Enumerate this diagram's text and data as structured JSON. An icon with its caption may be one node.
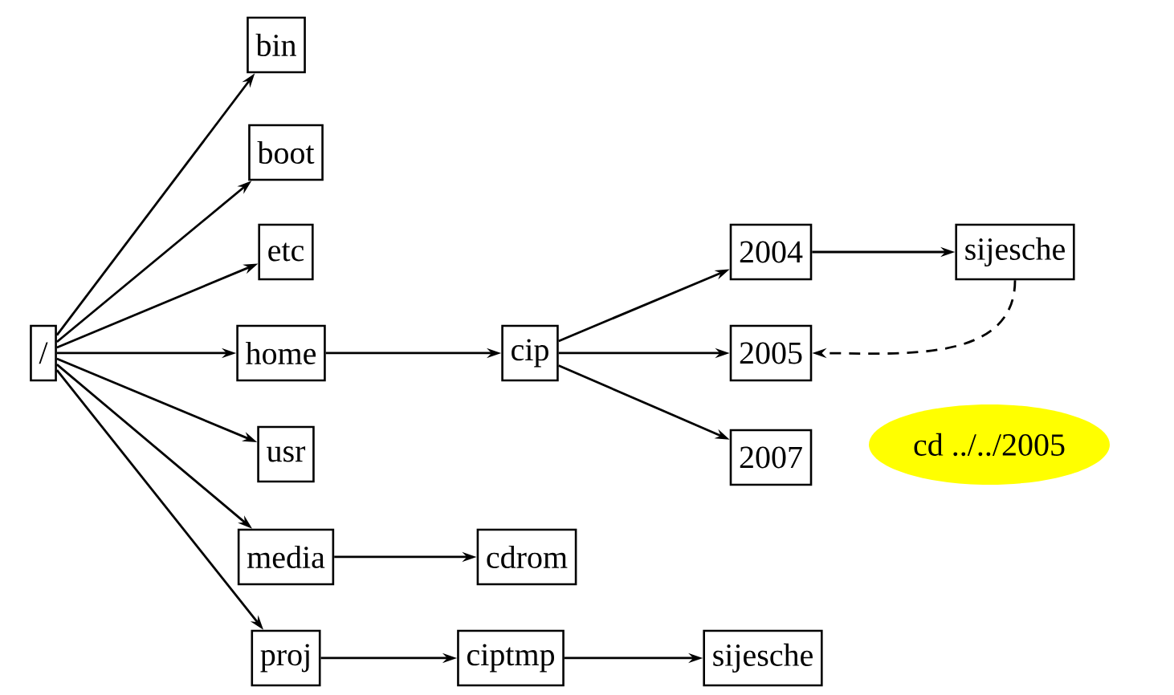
{
  "diagram": {
    "nodes": [
      {
        "text": [
          "/"
        ]
      },
      {
        "text": [
          "bin"
        ]
      },
      {
        "text": [
          "boot"
        ]
      },
      {
        "text": [
          "etc"
        ]
      },
      {
        "text": [
          "home"
        ]
      },
      {
        "text": [
          "usr"
        ]
      },
      {
        "text": [
          "media"
        ]
      },
      {
        "text": [
          "proj"
        ]
      },
      {
        "text": [
          "cip"
        ]
      },
      {
        "text": [
          "2004"
        ]
      },
      {
        "text": [
          "2005"
        ]
      },
      {
        "text": [
          "2007"
        ]
      },
      {
        "text": [
          "sijesche"
        ]
      },
      {
        "text": [
          "cdrom"
        ]
      },
      {
        "text": [
          "ciptmp"
        ]
      },
      {
        "text": [
          "sijesche"
        ]
      },
      {
        "text": [
          "cd ../../2005"
        ]
      }
    ],
    "edges": [
      {
        "from": 0,
        "to": 1,
        "arrow": "to"
      },
      {
        "from": 0,
        "to": 2,
        "arrow": "to"
      },
      {
        "from": 0,
        "to": 3,
        "arrow": "to"
      },
      {
        "from": 0,
        "to": 4,
        "arrow": "to"
      },
      {
        "from": 0,
        "to": 5,
        "arrow": "to"
      },
      {
        "from": 0,
        "to": 6,
        "arrow": "to"
      },
      {
        "from": 0,
        "to": 7,
        "arrow": "to"
      },
      {
        "from": 4,
        "to": 8,
        "arrow": "to"
      },
      {
        "from": 8,
        "to": 9,
        "arrow": "to"
      },
      {
        "from": 8,
        "to": 10,
        "arrow": "to"
      },
      {
        "from": 8,
        "to": 11,
        "arrow": "to"
      },
      {
        "from": 9,
        "to": 12,
        "arrow": "to"
      },
      {
        "from": 12,
        "to": 10,
        "arrow": "to",
        "style": "dashed"
      },
      {
        "from": 6,
        "to": 13,
        "arrow": "to"
      },
      {
        "from": 7,
        "to": 14,
        "arrow": "to"
      },
      {
        "from": 14,
        "to": 15,
        "arrow": "to"
      }
    ]
  }
}
